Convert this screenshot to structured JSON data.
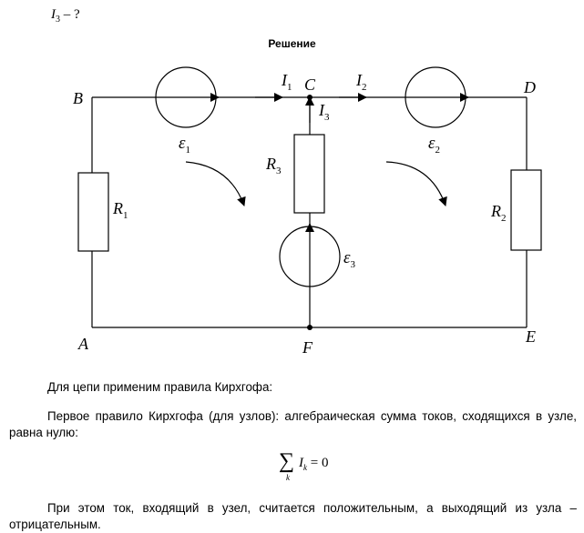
{
  "question": {
    "var": "I",
    "sub": "3",
    "rest": " – ?"
  },
  "heading": "Решение",
  "circuit": {
    "nodes": {
      "A": "A",
      "B": "B",
      "C": "C",
      "D": "D",
      "E": "E",
      "F": "F"
    },
    "currents": {
      "i1": {
        "var": "I",
        "sub": "1"
      },
      "i2": {
        "var": "I",
        "sub": "2"
      },
      "i3": {
        "var": "I",
        "sub": "3"
      }
    },
    "resistors": {
      "r1": {
        "var": "R",
        "sub": "1"
      },
      "r2": {
        "var": "R",
        "sub": "2"
      },
      "r3": {
        "var": "R",
        "sub": "3"
      }
    },
    "emfs": {
      "e1": {
        "var": "ε",
        "sub": "1"
      },
      "e2": {
        "var": "ε",
        "sub": "2"
      },
      "e3": {
        "var": "ε",
        "sub": "3"
      }
    }
  },
  "text": {
    "p1": "Для цепи применим правила Кирхгофа:",
    "p2": "Первое правило Кирхгофа (для узлов): алгебраическая сумма токов, сходящихся в узле, равна нулю:",
    "p3": "При этом ток, входящий в узел, считается положительным, а выходящий из узла – отрицательным."
  },
  "formula": {
    "sigma": "∑",
    "index": "k",
    "var": "I",
    "sub": "k",
    "rhs": " = 0"
  }
}
